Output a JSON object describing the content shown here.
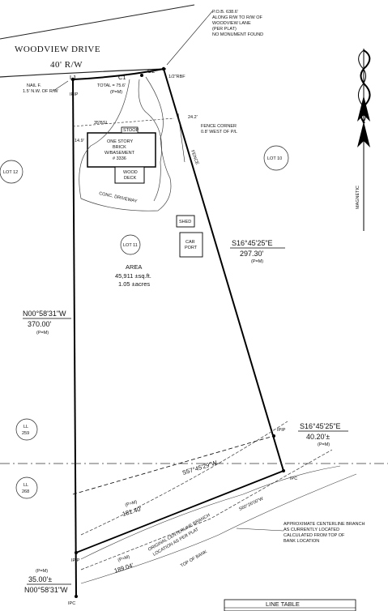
{
  "road": {
    "name": "WOODVIEW DRIVE",
    "row": "40' R/W"
  },
  "pob_note": [
    "P.O.B. 638.6'",
    "ALONG R/W TO R/W OF",
    "WOODVIEW LANE",
    "(PER PLAT)",
    "NO MONUMENT FOUND"
  ],
  "curves": {
    "l1": "L1",
    "c1": "C1",
    "c2": "C2",
    "total": "TOTAL = 75.6'",
    "pm": "(P=M)"
  },
  "nail_note": [
    "NAIL F.",
    "1.5' N.W. OF R/W"
  ],
  "rbf": "1/2\"RBF",
  "ipip_labels": [
    "IPIP",
    "IPIP",
    "IPIP",
    "IPC",
    "IPC"
  ],
  "setback": "35'BSL",
  "house": {
    "lines": [
      "ONE STORY",
      "BRICK",
      "W/BASEMENT",
      "# 3336"
    ],
    "stoop": "STOOP"
  },
  "deck": {
    "lines": [
      "WOOD",
      "DECK"
    ]
  },
  "driveway": "CONC. DRIVEWAY",
  "dims": {
    "left_offset": "14.9'",
    "right_offset": "24.2'"
  },
  "fence_note": [
    "FENCE CORNER",
    "0.8' WEST OF P/L"
  ],
  "fence": "FENCE",
  "lots": {
    "lot12": "LOT 12",
    "lot10": "LOT 10",
    "lot11": "LOT 11",
    "ll259": [
      "LL",
      "259"
    ],
    "ll268": [
      "LL",
      "268"
    ]
  },
  "shed": "SHED",
  "carport": [
    "CAR",
    "PORT"
  ],
  "area": {
    "label": "AREA",
    "sqft": "45,911 ±sq.ft.",
    "acres": "1.05 ±acres"
  },
  "east_line": {
    "bearing": "S16°45'25\"E",
    "distance": "297.30'",
    "pm": "(P=M)"
  },
  "west_line": {
    "bearing": "N00°58'31\"W",
    "distance": "370.00'",
    "pm": "(P=M)"
  },
  "east_short": {
    "bearing": "S16°45'25\"E",
    "distance": "40.20'±",
    "pm": "(P=M)"
  },
  "diag_bearing": "S57°45'29\"W",
  "south_tie": {
    "pm": "(P=M)",
    "distance": "181.40'"
  },
  "branch_line": {
    "bearing": "S60°26'00\"W"
  },
  "creek_note": [
    "ORIGINAL CENTERLINE BRANCH",
    "LOCATION AS PER PLAT"
  ],
  "branch_note": [
    "APPROXIMATE CENTERLINE BRANCH",
    "AS CURRENTLY LOCATED",
    "CALCULATED FROM TOP OF",
    "BANK LOCATION"
  ],
  "south_dist": {
    "pm": "(P=M)",
    "distance": "189.04'"
  },
  "top_bank": "TOP OF BANK",
  "west_short": {
    "pm": "(P=M)",
    "distance": "35.00'±",
    "bearing": "N00°58'31\"W"
  },
  "north_arrow": "MAGNETIC",
  "line_table": "LINE TABLE"
}
